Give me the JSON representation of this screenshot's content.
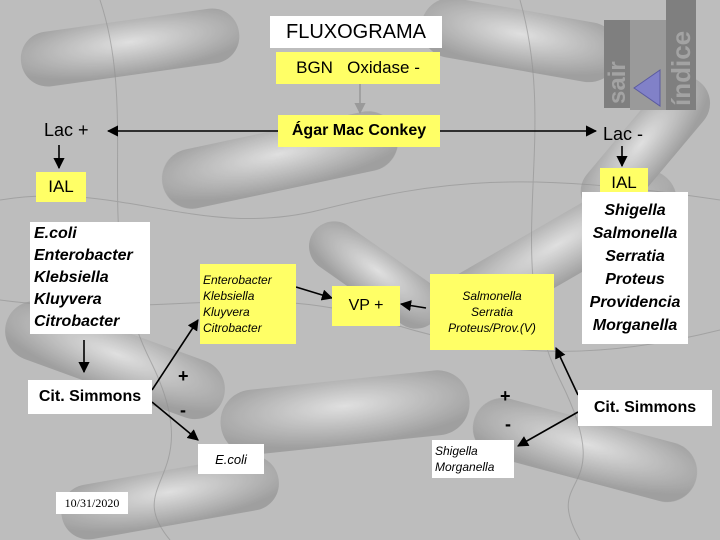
{
  "title": "FLUXOGRAMA",
  "header": "BGN   Oxidase -",
  "medium": "Ágar Mac Conkey",
  "lac_pos": "Lac +",
  "lac_neg": "Lac -",
  "ial_left": "IAL",
  "ial_right": "IAL",
  "left_genera": [
    "E.coli",
    "Enterobacter",
    "Klebsiella",
    "Kluyvera",
    "Citrobacter"
  ],
  "cit_left": "Cit. Simmons",
  "plus_left": "+",
  "minus_left": "-",
  "mid_genera": [
    "Enterobacter",
    "Klebsiella",
    "Kluyvera",
    "Citrobacter"
  ],
  "vp": "VP +",
  "right_mid_genera": [
    "Salmonella",
    "Serratia",
    "Proteus/Prov.(V)"
  ],
  "right_genera": [
    "Shigella",
    "Salmonella",
    "Serratia",
    "Proteus",
    "Providencia",
    "Morganella"
  ],
  "cit_right": "Cit. Simmons",
  "plus_right": "+",
  "minus_right": "-",
  "ecoli": "E.coli",
  "shig_morg": [
    "Shigella",
    "Morganella"
  ],
  "date": "10/31/2020",
  "nav": {
    "exit": "sair",
    "index": "índice"
  },
  "colors": {
    "box_yellow": "#ffff66",
    "box_white": "#ffffff",
    "nav_gray": "#7f7f7f",
    "play_blue": "#8181c8"
  }
}
